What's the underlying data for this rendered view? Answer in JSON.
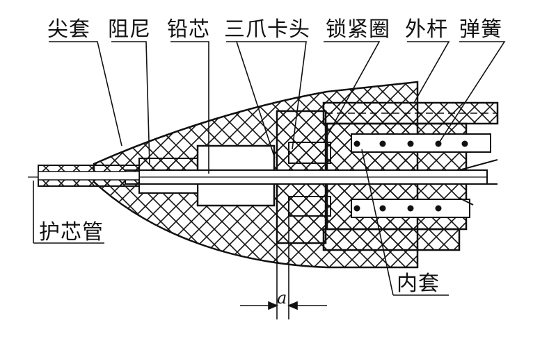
{
  "labels": {
    "tip_sleeve": "尖套",
    "damper": "阻尼",
    "lead_core": "铅芯",
    "three_jaw_chuck": "三爪卡头",
    "locking_ring": "锁紧圈",
    "outer_rod": "外杆",
    "spring": "弹簧",
    "core_protection_tube": "护芯管",
    "inner_sleeve": "内套",
    "dimension_a": "a"
  }
}
